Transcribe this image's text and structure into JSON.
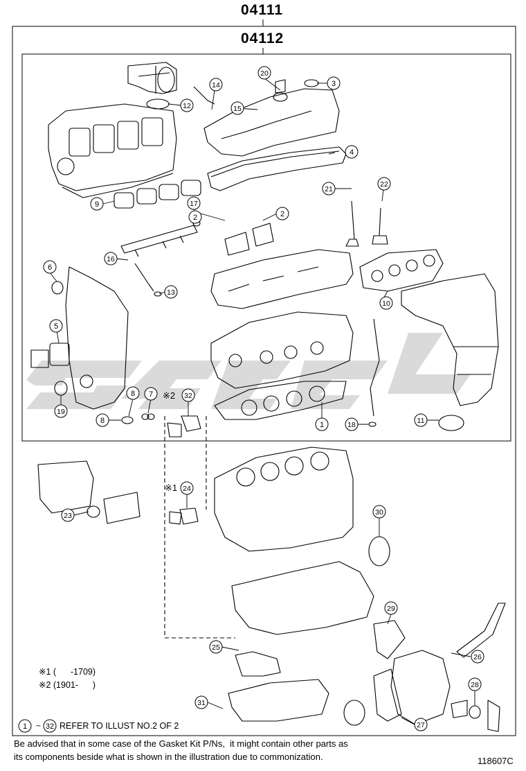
{
  "header": {
    "outer_part": "04111",
    "inner_part": "04112"
  },
  "callouts": [
    "1",
    "2",
    "2",
    "3",
    "4",
    "5",
    "6",
    "7",
    "8",
    "8",
    "9",
    "10",
    "11",
    "12",
    "13",
    "14",
    "15",
    "16",
    "17",
    "18",
    "19",
    "20",
    "21",
    "22",
    "23",
    "24",
    "25",
    "26",
    "27",
    "28",
    "29",
    "30",
    "31",
    "32"
  ],
  "marks": {
    "mark1_label": "※1",
    "mark2_label": "※2"
  },
  "legend": {
    "line1": "※1 (      -1709)",
    "line2": "※2 (1901-      )"
  },
  "refer_note": {
    "start": "1",
    "end": "32",
    "text": "REFER TO ILLUST NO.2 OF 2"
  },
  "footer": {
    "note_line1": "Be advised that in some case of the Gasket Kit P/Ns,  it might contain other parts as",
    "note_line2": "its components beside what is shown in the illustration due to commonization.",
    "drawing_number": "118607C"
  },
  "colors": {
    "line": "#000000",
    "watermark": "#d2d2d2"
  }
}
